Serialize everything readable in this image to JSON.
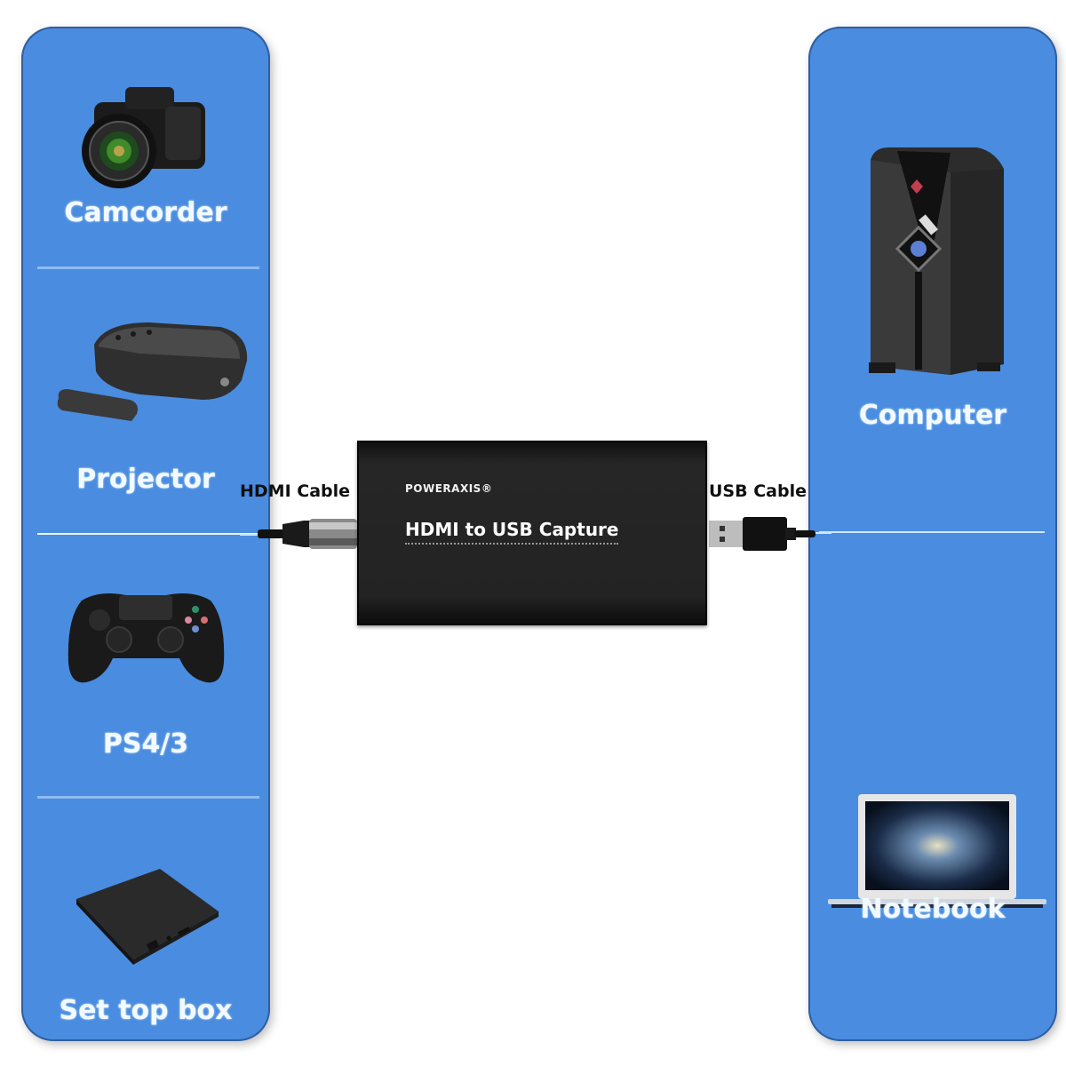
{
  "colors": {
    "panel_blue": "#4a8ce0",
    "panel_border": "#2f5f9e",
    "divider": "#8fbcf2",
    "label_text": "#f3faff",
    "device_body": "#232323",
    "background": "#ffffff"
  },
  "input_devices": [
    {
      "label": "Camcorder",
      "icon": "camera-icon"
    },
    {
      "label": "Projector",
      "icon": "projector-icon"
    },
    {
      "label": "PS4/3",
      "icon": "gamepad-icon"
    },
    {
      "label": "Set top box",
      "icon": "set-top-box-icon"
    }
  ],
  "output_devices": [
    {
      "label": "Computer",
      "icon": "desktop-tower-icon"
    },
    {
      "label": "Notebook",
      "icon": "laptop-icon"
    }
  ],
  "capture_device": {
    "brand": "POWERAXIS®",
    "title": "HDMI to USB  Capture"
  },
  "cables": {
    "input": "HDMI Cable",
    "output": "USB Cable"
  }
}
